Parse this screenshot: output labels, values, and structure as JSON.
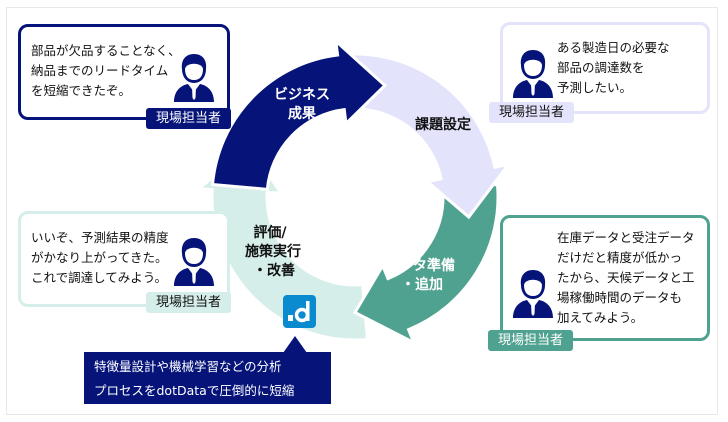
{
  "colors": {
    "navy": "#06147a",
    "lavender": "#e3e4fb",
    "teal": "#4fa190",
    "mint": "#d6eeea",
    "logo_blue": "#0a8bd0"
  },
  "cycle": {
    "stages": [
      {
        "id": "business",
        "label_lines": [
          "ビジネス",
          "成果"
        ]
      },
      {
        "id": "issue",
        "label_lines": [
          "課題設定"
        ]
      },
      {
        "id": "data",
        "label_lines": [
          "データ準備",
          "・追加"
        ]
      },
      {
        "id": "eval",
        "label_lines": [
          "評価/",
          "施策実行",
          "・改善"
        ]
      }
    ]
  },
  "bubbles": {
    "top_left": {
      "text": "部品が欠品することなく、\n納品までのリードタイム\nを短縮できたぞ。",
      "tag": "現場担当者"
    },
    "top_right": {
      "text": "ある製造日の必要な\n部品の調達数を\n予測したい。",
      "tag": "現場担当者"
    },
    "bottom_left": {
      "text": "いいぞ、予測結果の精度\nがかなり上がってきた。\nこれで調達してみよう。",
      "tag": "現場担当者"
    },
    "bottom_right": {
      "text": "在庫データと受注データ\nだけだと精度が低かっ\nたから、天候データと工\n場稼働時間のデータも\n加えてみよう。",
      "tag": "現場担当者"
    }
  },
  "logo": {
    "text": ".d"
  },
  "callout": {
    "text": "特徴量設計や機械学習などの分析\nプロセスをdotDataで圧倒的に短縮"
  }
}
